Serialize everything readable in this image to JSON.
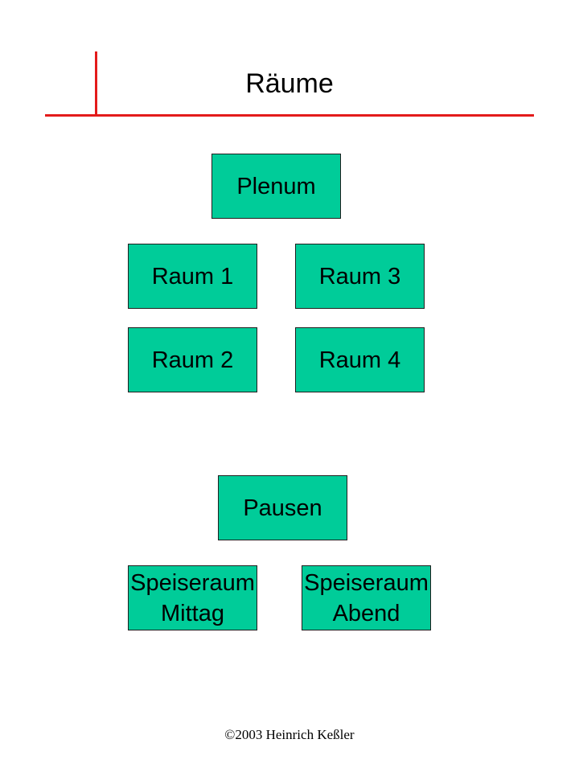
{
  "title": "Räume",
  "rooms": {
    "plenum": "Plenum",
    "raum1": "Raum 1",
    "raum2": "Raum 2",
    "raum3": "Raum 3",
    "raum4": "Raum 4",
    "pausen": "Pausen",
    "speiseraum_mittag": [
      "Speiseraum",
      "Mittag"
    ],
    "speiseraum_abend": [
      "Speiseraum",
      "Abend"
    ]
  },
  "footer": "©2003 Heinrich Keßler",
  "colors": {
    "room_fill": "#00cc99",
    "rule": "#e31b1b",
    "text": "#000000"
  }
}
